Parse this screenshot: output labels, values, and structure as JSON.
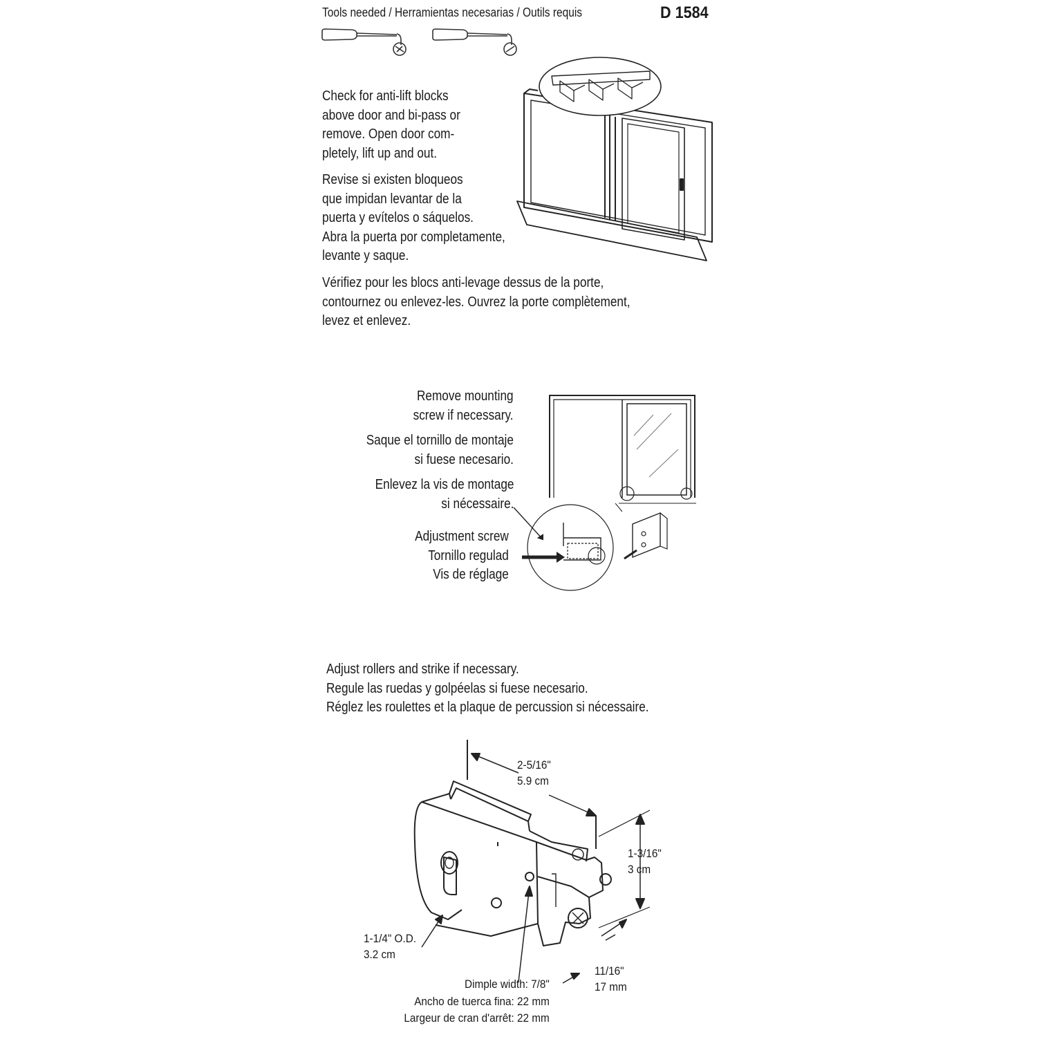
{
  "header": {
    "tools_label": "Tools needed / Herramientas necesarias / Outils requis",
    "part_number": "D 1584"
  },
  "tools": [
    {
      "icon": "phillips-screwdriver-icon"
    },
    {
      "icon": "flat-screwdriver-icon"
    }
  ],
  "step1": {
    "en": [
      "Check for anti-lift blocks",
      "above door and bi-pass or",
      "remove. Open door com-",
      "pletely, lift up and out."
    ],
    "es": [
      "Revise si existen bloqueos",
      "que impidan levantar de la",
      "puerta y evítelos o sáquelos.",
      "Abra la puerta por completamente,",
      "levante y saque."
    ],
    "fr": [
      "Vérifiez pour les blocs anti-levage dessus de la porte,",
      "contournez ou enlevez-les. Ouvrez la porte complètement,",
      "levez et enlevez."
    ]
  },
  "step2": {
    "en": [
      "Remove mounting",
      "screw if necessary."
    ],
    "es": [
      "Saque el tornillo de montaje",
      "si fuese necesario."
    ],
    "fr": [
      "Enlevez la vis de montage",
      "si nécessaire."
    ],
    "adjustment_label": [
      "Adjustment screw",
      "Tornillo regulad",
      "Vis de réglage"
    ]
  },
  "step3": {
    "lines": [
      "Adjust rollers and strike if necessary.",
      "Regule las ruedas y golpéelas si fuese necesario.",
      "Réglez les roulettes et la plaque de percussion si nécessaire."
    ]
  },
  "dimensions": {
    "length": [
      "2-5/16\"",
      "5.9 cm"
    ],
    "height": [
      "1-3/16\"",
      "3 cm"
    ],
    "wheel": [
      "1-1/4\" O.D.",
      "3.2 cm"
    ],
    "width": [
      "11/16\"",
      "17 mm"
    ],
    "dimple": [
      "Dimple width: 7/8\"",
      "Ancho de tuerca fina: 22 mm",
      "Largeur de cran d'arrêt: 22 mm"
    ]
  }
}
